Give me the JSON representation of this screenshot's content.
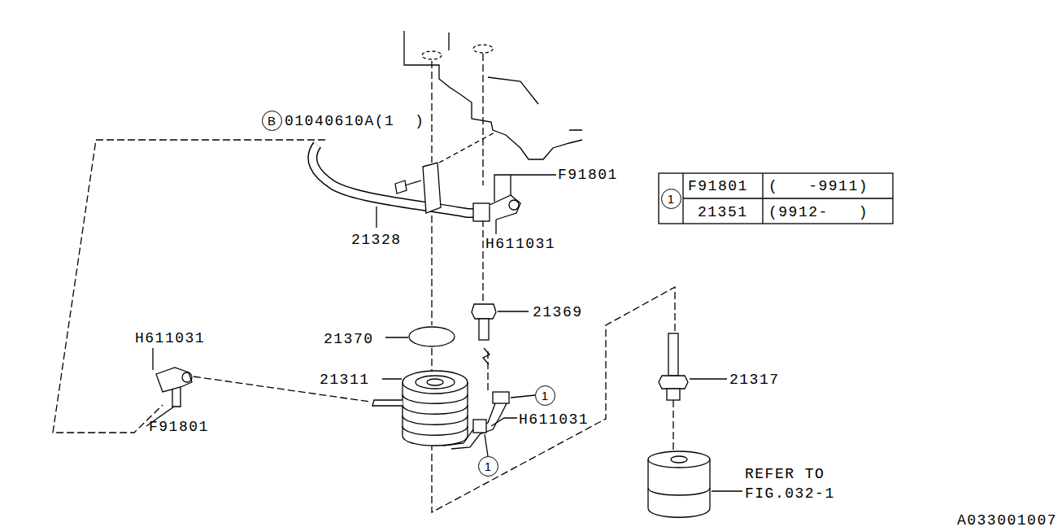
{
  "diagram": {
    "nodes": [
      {
        "text": [
          "B"
        ]
      },
      {
        "text": [
          "1"
        ]
      },
      {
        "text": [
          "1"
        ]
      },
      {
        "text": [
          "1"
        ]
      }
    ],
    "labels": [
      "01040610A(1  )",
      "F91801",
      "F91801",
      "(   -9911)",
      "21351",
      "(9912-   )",
      "21328",
      "H611031",
      "21369",
      "21370",
      "H611031",
      "21311",
      "21317",
      "H611031",
      "F91801",
      "REFER TO FIG.032-1",
      "A033001007"
    ]
  }
}
